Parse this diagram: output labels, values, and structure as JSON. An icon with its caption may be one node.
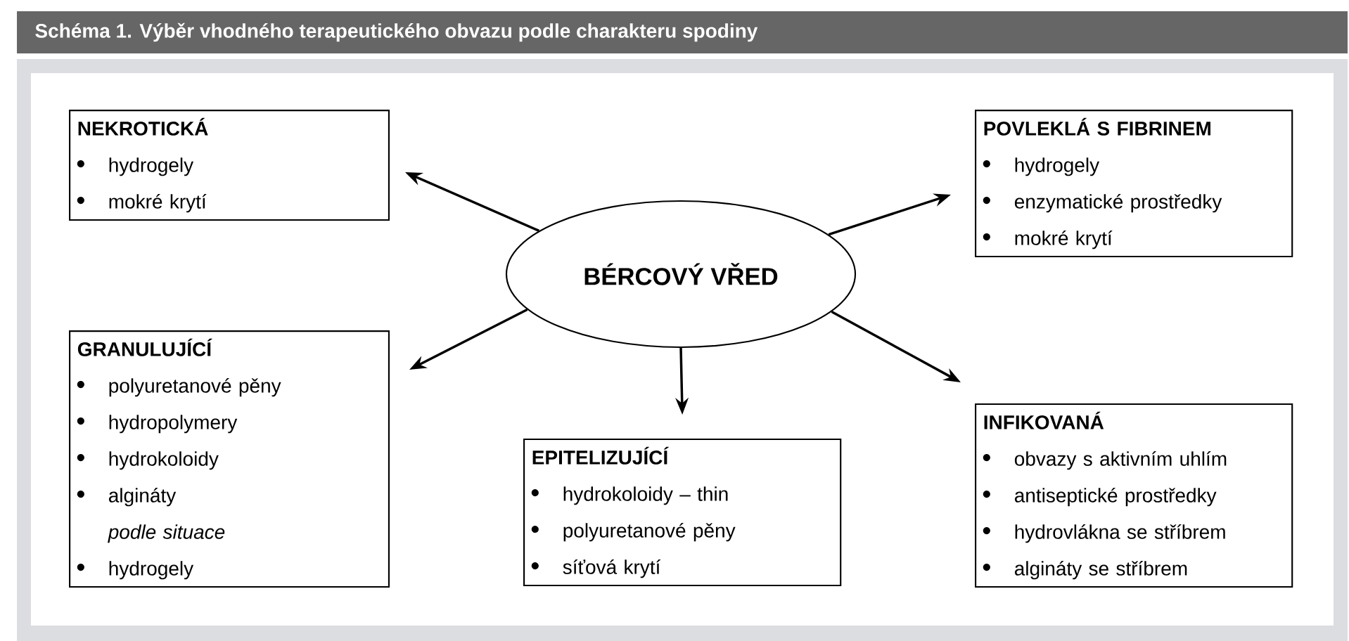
{
  "diagram": {
    "title": "Schéma 1. Výběr vhodného terapeutického obvazu podle charakteru spodiny",
    "nodes": [
      {
        "text": [
          "NEKROTICKÁ",
          "hydrogely",
          "mokré krytí"
        ]
      },
      {
        "text": [
          "POVLEKLÁ S FIBRINEM",
          "hydrogely",
          "enzymatické prostředky",
          "mokré krytí"
        ]
      },
      {
        "text": [
          "BÉRCOVÝ VŘED"
        ]
      },
      {
        "text": [
          "GRANULUJÍCÍ",
          "polyuretanové pěny",
          "hydropolymery",
          "hydrokoloidy",
          "algináty",
          "podle situace",
          "hydrogely"
        ]
      },
      {
        "text": [
          "EPITELIZUJÍCÍ",
          "hydrokoloidy – thin",
          "polyuretanové pěny",
          "síťová krytí"
        ]
      },
      {
        "text": [
          "INFIKOVANÁ",
          "obvazy s aktivním uhlím",
          "antiseptické prostředky",
          "hydrovlákna se stříbrem",
          "algináty se stříbrem"
        ]
      }
    ],
    "edges": [
      {
        "from": 2,
        "to": 0,
        "arrow": "to"
      },
      {
        "from": 2,
        "to": 1,
        "arrow": "to"
      },
      {
        "from": 2,
        "to": 3,
        "arrow": "to"
      },
      {
        "from": 2,
        "to": 4,
        "arrow": "to"
      },
      {
        "from": 2,
        "to": 5,
        "arrow": "to"
      }
    ]
  }
}
